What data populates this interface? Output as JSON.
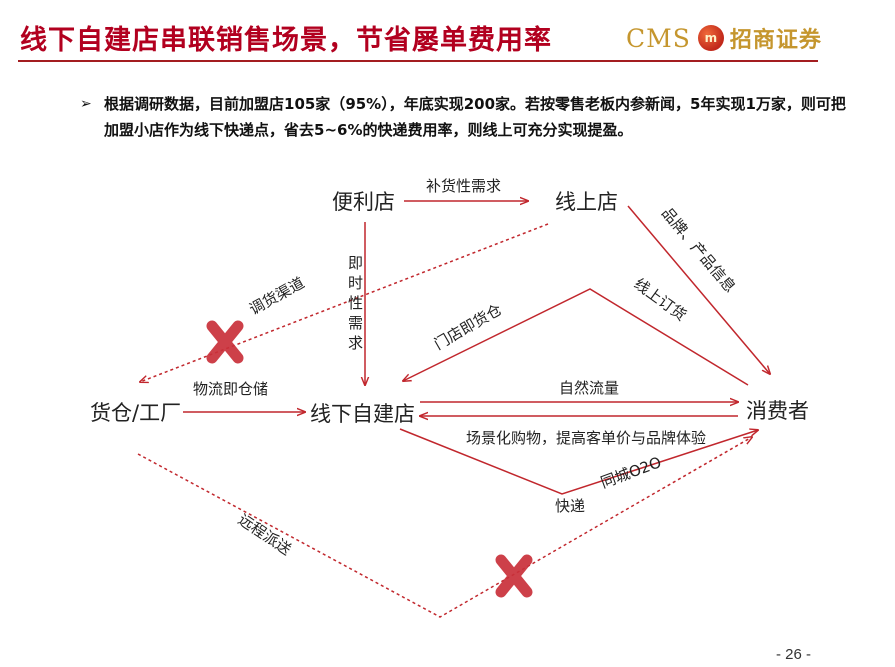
{
  "header": {
    "title": "线下自建店串联销售场景，节省屡单费用率",
    "logo_cms": "CMS",
    "logo_mark": "m",
    "logo_name": "招商证券"
  },
  "bullet": {
    "text": "根据调研数据，目前加盟店105家（95%），年底实现200家。若按零售老板内参新闻，5年实现1万家，则可把加盟小店作为线下快递点，省去5~6%的快递费用率，则线上可充分实现提盈。"
  },
  "diagram": {
    "nodes": {
      "convenience": "便利店",
      "online_store": "线上店",
      "warehouse": "货仓/工厂",
      "offline_store": "线下自建店",
      "consumer": "消费者"
    },
    "edges": {
      "restock_demand": "补货性需求",
      "instant_demand": "即时性需求",
      "transfer_channel": "调货渠道",
      "brand_info": "品牌、产品信息",
      "online_order": "线上订货",
      "store_as_warehouse": "门店即货仓",
      "logistics_storage": "物流即仓储",
      "natural_traffic": "自然流量",
      "scene_shopping": "场景化购物，提高客单价与品牌体验",
      "same_city_o2o": "同城O2O",
      "express": "快递",
      "remote_delivery": "远程派送"
    },
    "colors": {
      "arrow": "#c1272d",
      "cross": "#c9303a",
      "text": "#222222"
    }
  },
  "footer": {
    "page": "- 26 -"
  }
}
